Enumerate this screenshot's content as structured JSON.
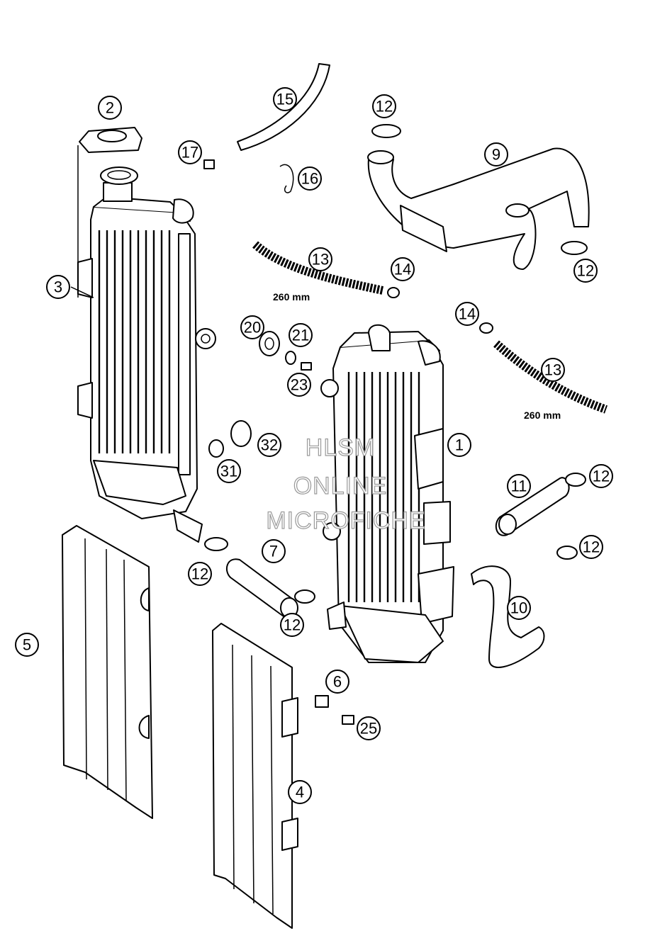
{
  "diagram": {
    "callouts": [
      {
        "id": "c1",
        "label": "1"
      },
      {
        "id": "c2",
        "label": "2"
      },
      {
        "id": "c3",
        "label": "3"
      },
      {
        "id": "c4",
        "label": "4"
      },
      {
        "id": "c5",
        "label": "5"
      },
      {
        "id": "c6",
        "label": "6"
      },
      {
        "id": "c7",
        "label": "7"
      },
      {
        "id": "c9",
        "label": "9"
      },
      {
        "id": "c10",
        "label": "10"
      },
      {
        "id": "c11",
        "label": "11"
      },
      {
        "id": "c12a",
        "label": "12"
      },
      {
        "id": "c12b",
        "label": "12"
      },
      {
        "id": "c12c",
        "label": "12"
      },
      {
        "id": "c12d",
        "label": "12"
      },
      {
        "id": "c12e",
        "label": "12"
      },
      {
        "id": "c12f",
        "label": "12"
      },
      {
        "id": "c13a",
        "label": "13"
      },
      {
        "id": "c13b",
        "label": "13"
      },
      {
        "id": "c14a",
        "label": "14"
      },
      {
        "id": "c14b",
        "label": "14"
      },
      {
        "id": "c15",
        "label": "15"
      },
      {
        "id": "c16",
        "label": "16"
      },
      {
        "id": "c17",
        "label": "17"
      },
      {
        "id": "c20",
        "label": "20"
      },
      {
        "id": "c21",
        "label": "21"
      },
      {
        "id": "c23",
        "label": "23"
      },
      {
        "id": "c25",
        "label": "25"
      },
      {
        "id": "c31",
        "label": "31"
      },
      {
        "id": "c32",
        "label": "32"
      }
    ],
    "dimensions": {
      "hose_13_left": "260 mm",
      "hose_13_right": "260 mm"
    },
    "watermark": [
      "HLSM",
      "ONLINE",
      "MICROFICHE"
    ]
  }
}
